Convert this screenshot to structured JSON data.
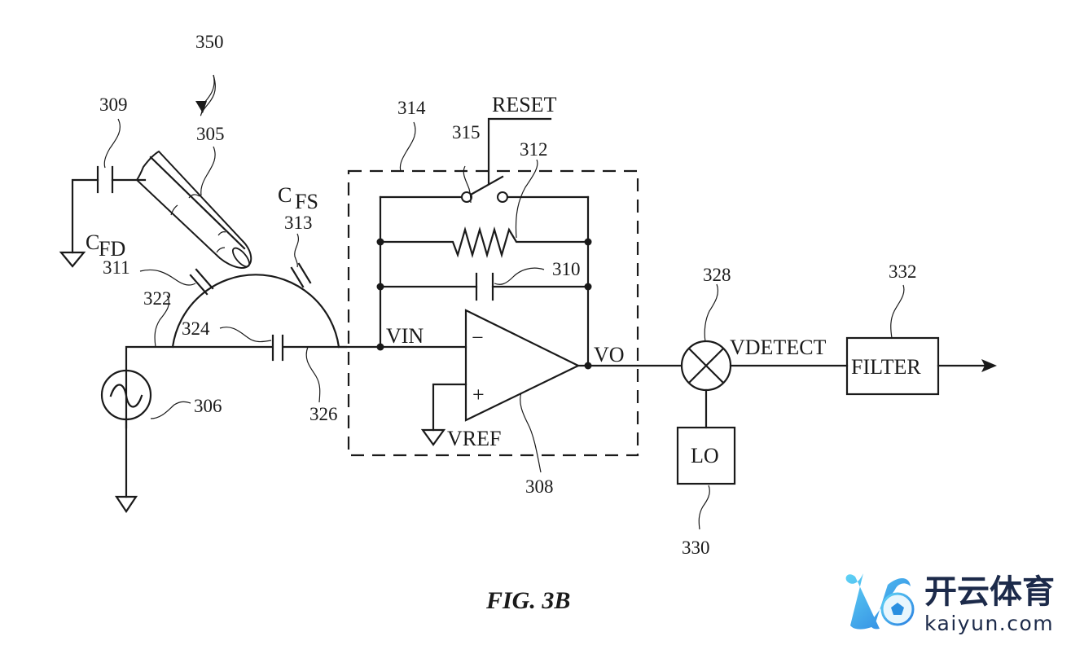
{
  "figure": {
    "caption": "FIG. 3B",
    "reference_numerals": {
      "system": "350",
      "finger": "305",
      "c_fd_cap": "309",
      "c_fs_cap": "313",
      "finger_to_drive_cap": "311",
      "drive_line": "322",
      "mutual_cap": "324",
      "sense_line": "326",
      "source": "306",
      "sense_amp_block": "314",
      "reset_switch": "315",
      "feedback_resistor": "312",
      "feedback_cap": "310",
      "op_amp": "308",
      "mixer": "328",
      "local_osc": "330",
      "filter": "332"
    },
    "signals": {
      "reset": "RESET",
      "vin": "VIN",
      "vo": "VO",
      "vref": "VREF",
      "vdetect": "VDETECT",
      "c_fd_main": "C",
      "c_fd_sub": "FD",
      "c_fs_main": "C",
      "c_fs_sub": "FS",
      "minus": "−",
      "plus": "+"
    },
    "blocks": {
      "filter": "FILTER",
      "lo": "LO"
    }
  },
  "watermark": {
    "brand_cn": "开云体育",
    "brand_en": "kaiyun.com",
    "colors": {
      "primary": "#2aa8e8",
      "secondary": "#5fd3f5",
      "text": "#1c2a4a"
    }
  }
}
